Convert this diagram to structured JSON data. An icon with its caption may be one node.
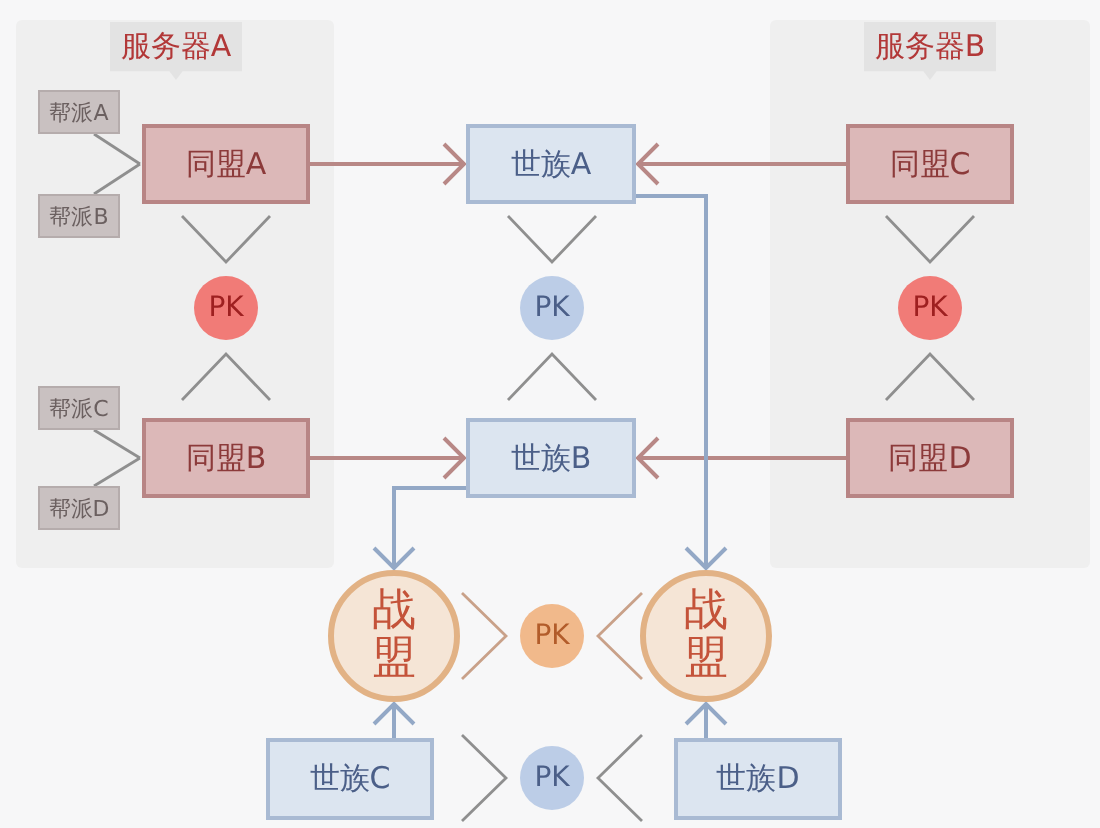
{
  "diagram": {
    "nodes": [
      {
        "text": [
          "服务器A"
        ]
      },
      {
        "text": [
          "帮派A"
        ],
        "in": 0
      },
      {
        "text": [
          "帮派B"
        ],
        "in": 0
      },
      {
        "text": [
          "同盟A"
        ],
        "in": 0
      },
      {
        "text": [
          "PK"
        ],
        "in": 0
      },
      {
        "text": [
          "帮派C"
        ],
        "in": 0
      },
      {
        "text": [
          "帮派D"
        ],
        "in": 0
      },
      {
        "text": [
          "同盟B"
        ],
        "in": 0
      },
      {
        "text": [
          "服务器B"
        ]
      },
      {
        "text": [
          "同盟C"
        ],
        "in": 8
      },
      {
        "text": [
          "PK"
        ],
        "in": 8
      },
      {
        "text": [
          "同盟D"
        ],
        "in": 8
      },
      {
        "text": [
          "世族A"
        ]
      },
      {
        "text": [
          "PK"
        ]
      },
      {
        "text": [
          "世族B"
        ]
      },
      {
        "text": [
          "战盟"
        ]
      },
      {
        "text": [
          "PK"
        ]
      },
      {
        "text": [
          "战盟"
        ]
      },
      {
        "text": [
          "世族C"
        ]
      },
      {
        "text": [
          "PK"
        ]
      },
      {
        "text": [
          "世族D"
        ]
      }
    ],
    "edges": [
      {
        "from": 1,
        "to": 3,
        "arrow": "none"
      },
      {
        "from": 2,
        "to": 3,
        "arrow": "none"
      },
      {
        "from": 3,
        "to": 4,
        "arrow": "to"
      },
      {
        "from": 7,
        "to": 4,
        "arrow": "to"
      },
      {
        "from": 5,
        "to": 7,
        "arrow": "none"
      },
      {
        "from": 6,
        "to": 7,
        "arrow": "none"
      },
      {
        "from": 3,
        "to": 12,
        "arrow": "to",
        "color": "#b88886"
      },
      {
        "from": 7,
        "to": 14,
        "arrow": "to",
        "color": "#b88886"
      },
      {
        "from": 9,
        "to": 12,
        "arrow": "to",
        "color": "#b88886"
      },
      {
        "from": 11,
        "to": 14,
        "arrow": "to",
        "color": "#b88886"
      },
      {
        "from": 9,
        "to": 10,
        "arrow": "to"
      },
      {
        "from": 11,
        "to": 10,
        "arrow": "to"
      },
      {
        "from": 12,
        "to": 13,
        "arrow": "to"
      },
      {
        "from": 14,
        "to": 13,
        "arrow": "to"
      },
      {
        "from": 14,
        "to": 15,
        "arrow": "to",
        "color": "#93a8c6"
      },
      {
        "from": 12,
        "to": 17,
        "arrow": "to",
        "color": "#93a8c6"
      },
      {
        "from": 18,
        "to": 15,
        "arrow": "to",
        "color": "#93a8c6"
      },
      {
        "from": 20,
        "to": 17,
        "arrow": "to",
        "color": "#93a8c6"
      },
      {
        "from": 15,
        "to": 16,
        "arrow": "to",
        "color": "#c9a189"
      },
      {
        "from": 17,
        "to": 16,
        "arrow": "to",
        "color": "#c9a189"
      },
      {
        "from": 18,
        "to": 19,
        "arrow": "to"
      },
      {
        "from": 20,
        "to": 19,
        "arrow": "to"
      }
    ]
  }
}
